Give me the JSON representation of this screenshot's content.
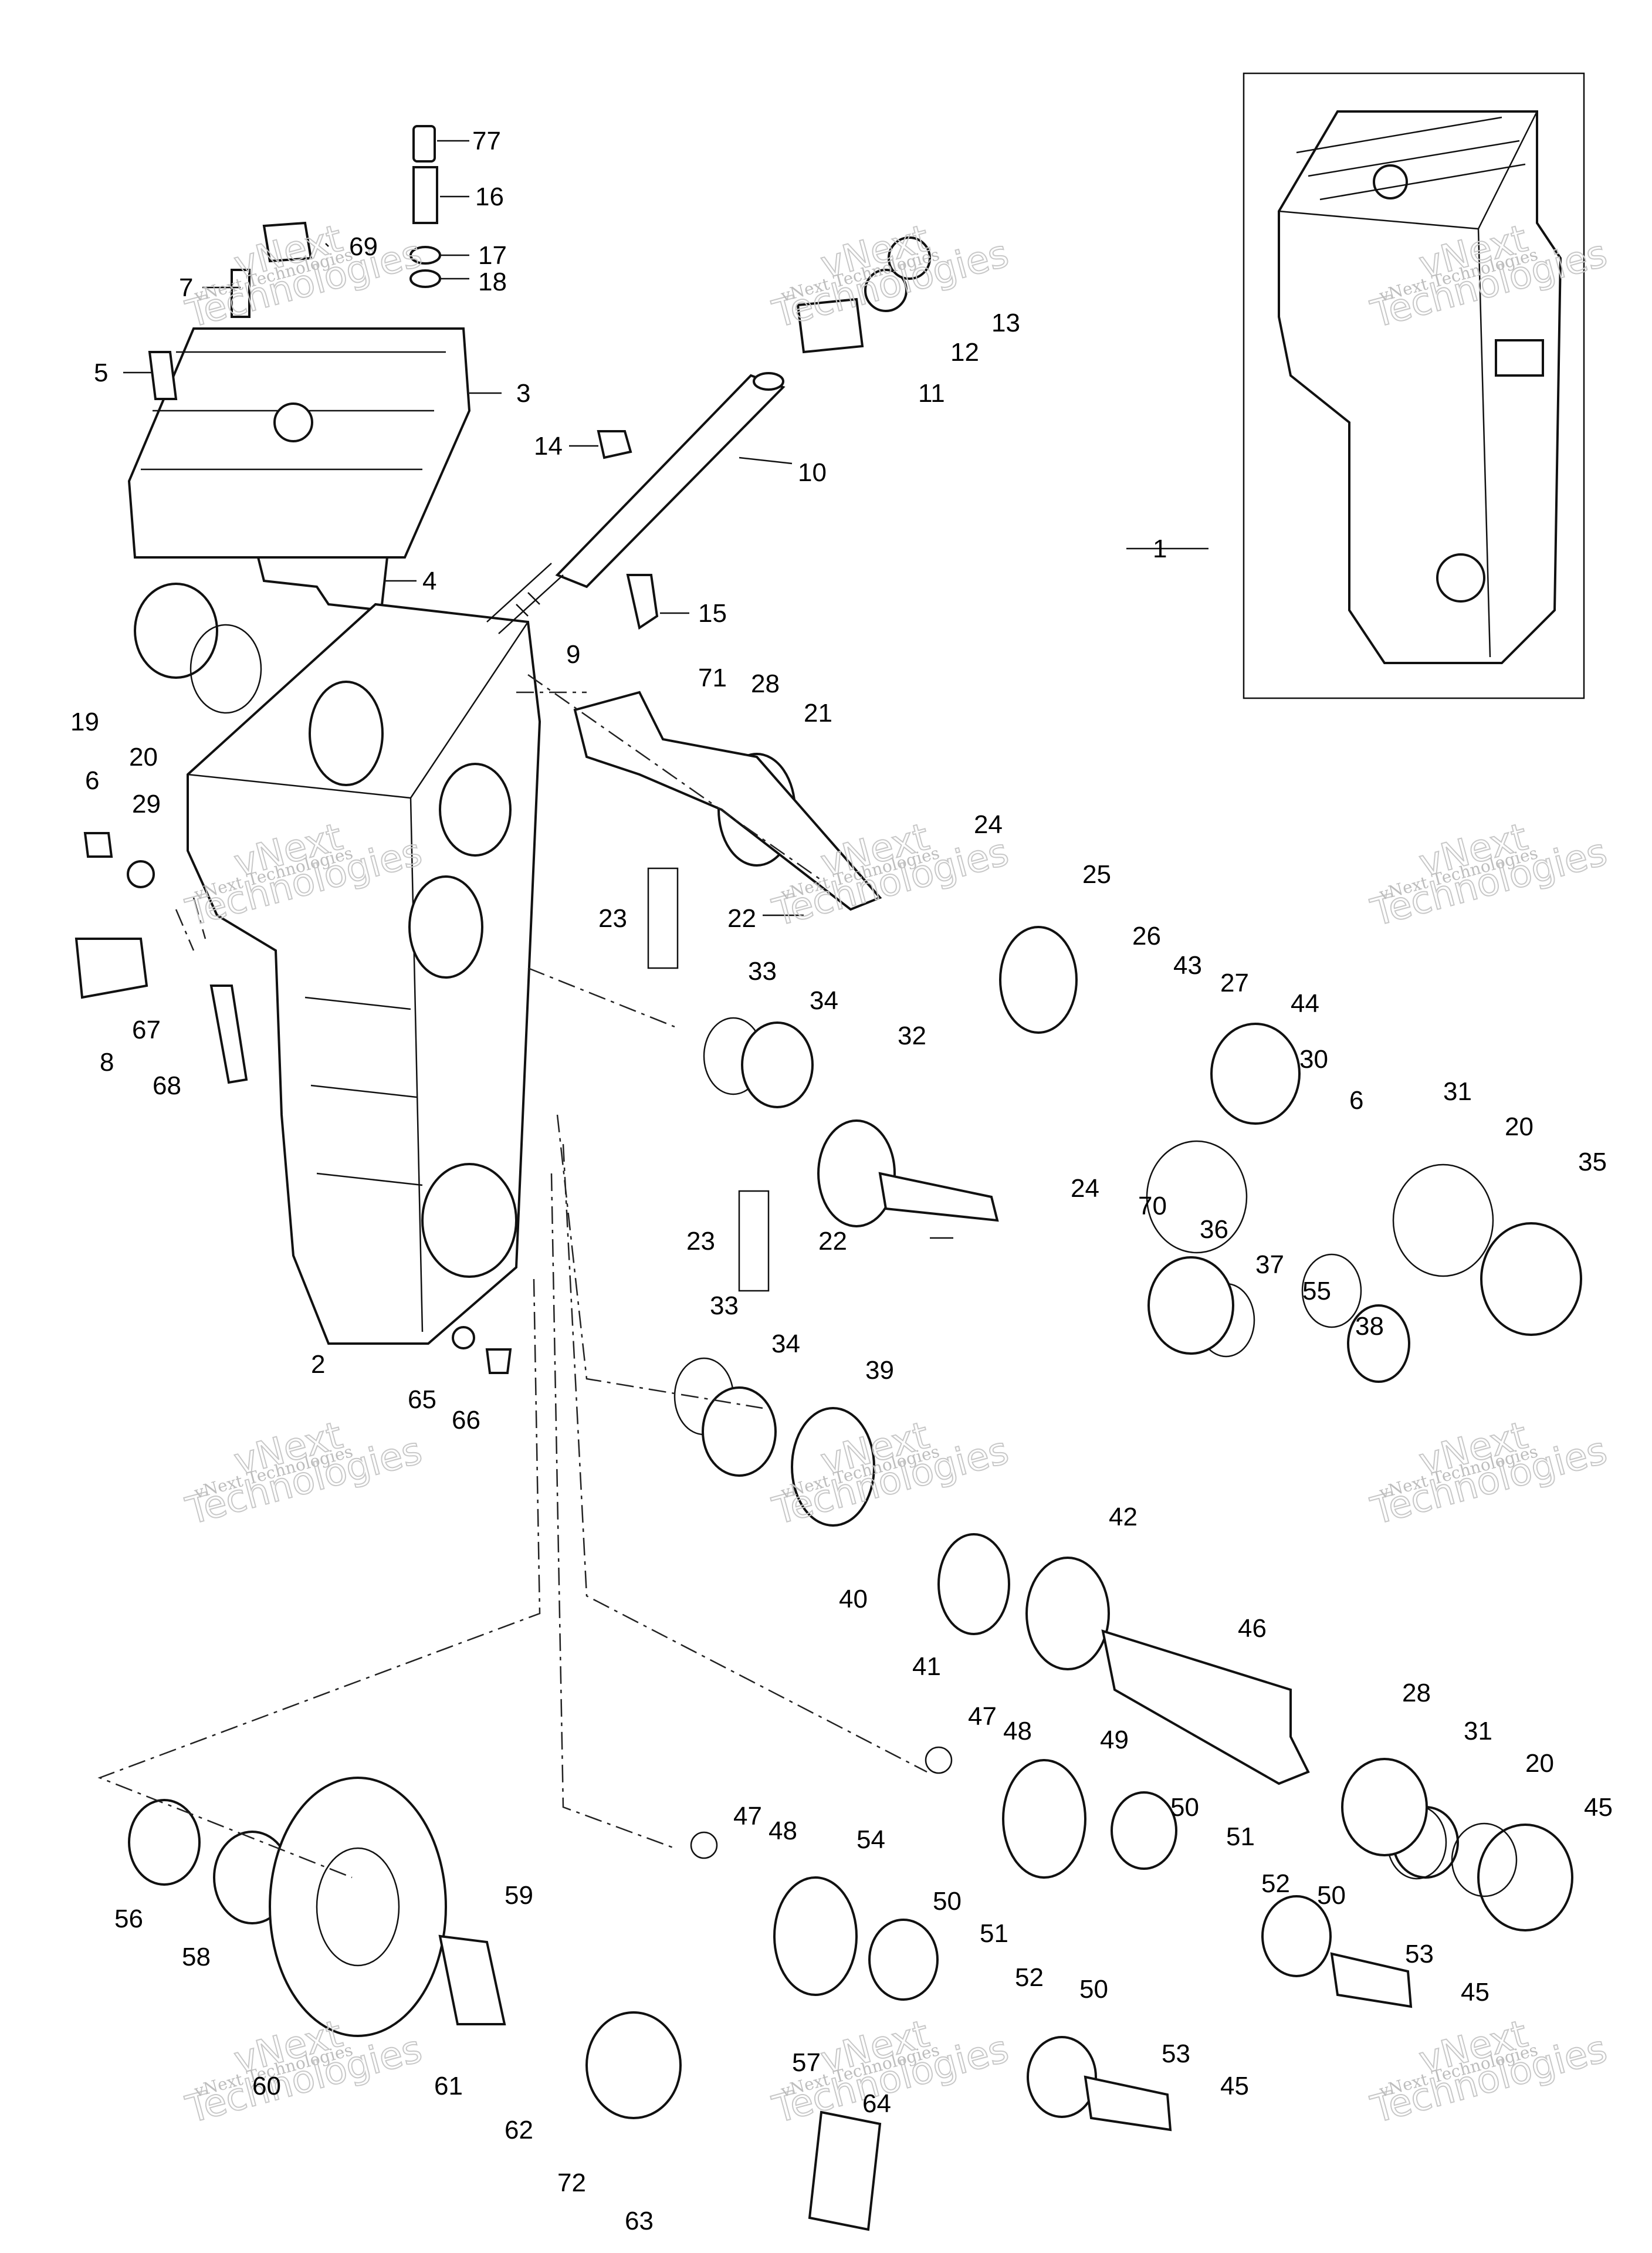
{
  "callouts": [
    "77",
    "16",
    "69",
    "17",
    "7",
    "18",
    "5",
    "3",
    "14",
    "10",
    "4",
    "15",
    "9",
    "19",
    "20",
    "6",
    "29",
    "8",
    "67",
    "68",
    "2",
    "65",
    "66",
    "13",
    "12",
    "11",
    "1",
    "71",
    "28",
    "21",
    "24",
    "25",
    "23",
    "22",
    "26",
    "43",
    "27",
    "33",
    "34",
    "32",
    "44",
    "30",
    "31",
    "35",
    "70",
    "36",
    "37",
    "55",
    "38",
    "39",
    "40",
    "41",
    "42",
    "46",
    "47",
    "48",
    "49",
    "50",
    "51",
    "52",
    "53",
    "45",
    "56",
    "58",
    "59",
    "60",
    "61",
    "62",
    "72",
    "63",
    "57",
    "64",
    "54"
  ],
  "watermark": {
    "brand": "vNext",
    "text": "vNext Technologies"
  }
}
